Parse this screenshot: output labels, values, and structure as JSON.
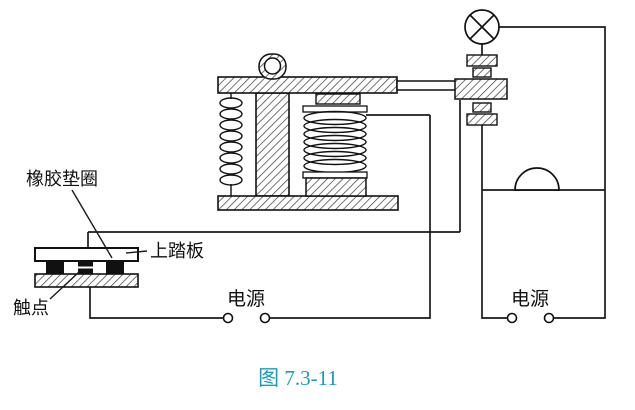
{
  "figure": {
    "caption": "图 7.3-11",
    "caption_color": "#1d9bb5"
  },
  "labels": {
    "rubber_gasket": "橡胶垫圈",
    "upper_pedal": "上踏板",
    "contact_point": "触点",
    "power_source_left": "电源",
    "power_source_right": "电源"
  },
  "icons": {
    "lamp": "lamp-icon (circle with X)",
    "bell": "bell-icon (semicircle on wire)",
    "coil": "electromagnet-coil",
    "spring": "return-spring",
    "hatched": "section-hatch-pattern"
  },
  "colors": {
    "line": "#1a1a1a",
    "hatch": "#3a3a3a",
    "solid_black": "#111111"
  }
}
